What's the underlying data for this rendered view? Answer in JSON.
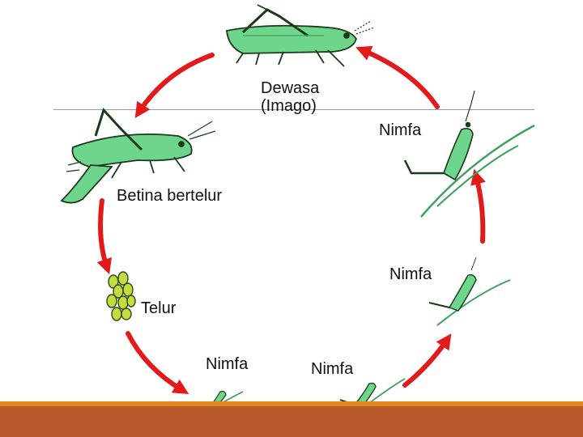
{
  "labels": {
    "adult_line1": "Dewasa",
    "adult_line2": "(Imago)",
    "female": "Betina bertelur",
    "eggs": "Telur",
    "nymph_right_top": "Nimfa",
    "nymph_right_mid": "Nimfa",
    "nymph_bottom_left": "Nimfa",
    "nymph_bottom_right": "Nimfa"
  },
  "colors": {
    "arrow": "#e3191c",
    "insect": "#6ed68c",
    "insect_dark": "#3fa05c",
    "outline": "#1a3a1a",
    "footer": "#b85a2e",
    "footer_accent": "#e08a1e"
  },
  "icons": [
    "grasshopper-adult-icon",
    "grasshopper-female-icon",
    "egg-cluster-icon",
    "nymph-icon"
  ]
}
